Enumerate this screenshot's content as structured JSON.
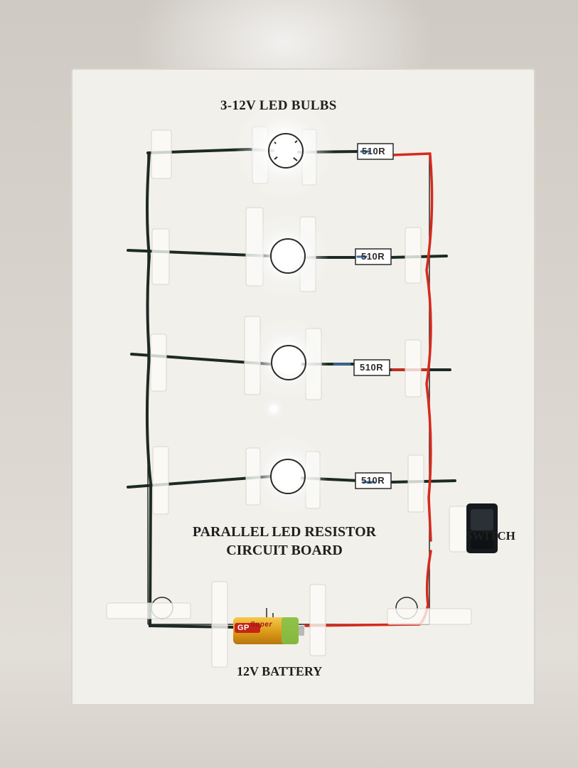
{
  "board": {
    "title_top": "3-12V LED BULBS",
    "title_main_line1": "PARALLEL LED RESISTOR",
    "title_main_line2": "CIRCUIT BOARD",
    "battery_caption": "12V BATTERY",
    "switch_caption": "SWITCH"
  },
  "resistors": [
    {
      "label": "510R"
    },
    {
      "label": "510R"
    },
    {
      "label": "510R"
    },
    {
      "label": "510R"
    }
  ],
  "battery": {
    "brand": "GP",
    "model": "Super"
  },
  "colors": {
    "board": "#f2f0ea",
    "negative_wire": "#1c2a24",
    "positive_wire": "#d62a1e",
    "led_glow": "#ffffff",
    "battery_body": "#e2a21c"
  }
}
